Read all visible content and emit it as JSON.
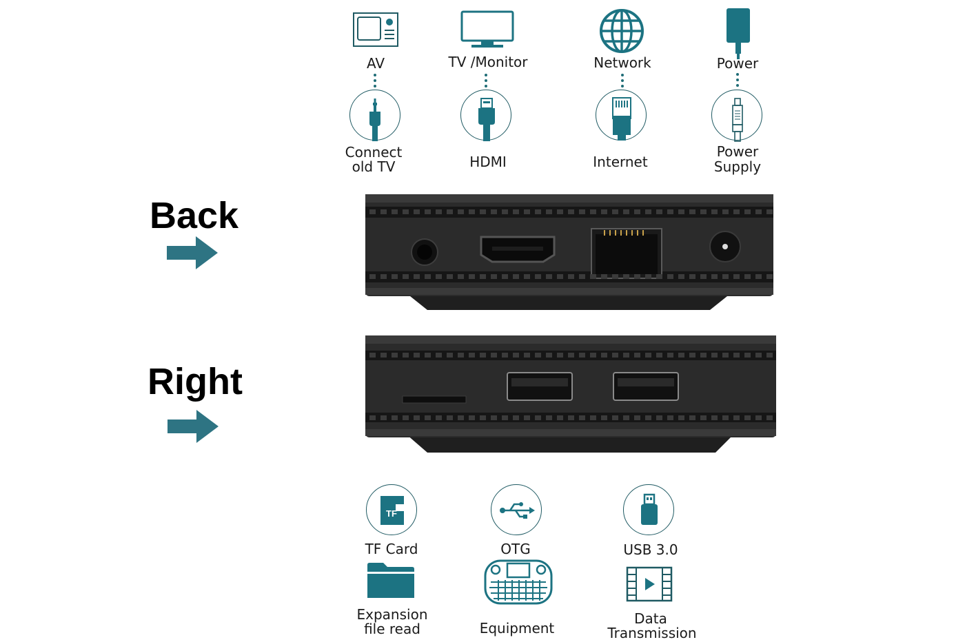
{
  "colors": {
    "teal": "#1c7382",
    "dark_teal": "#1f5a63",
    "device": "#2a2a2a",
    "arrow": "#2e7483"
  },
  "back_ports": [
    {
      "top_label": "AV",
      "top_icon": "old-tv-icon",
      "bottom_icon": "av-jack-icon",
      "bottom_label": [
        "Connect",
        "old TV"
      ]
    },
    {
      "top_label": "TV /Monitor",
      "top_icon": "monitor-icon",
      "bottom_icon": "hdmi-plug-icon",
      "bottom_label": [
        "HDMI"
      ]
    },
    {
      "top_label": "Network",
      "top_icon": "globe-icon",
      "bottom_icon": "ethernet-plug-icon",
      "bottom_label": [
        "Internet"
      ]
    },
    {
      "top_label": "Power",
      "top_icon": "power-adapter-icon",
      "bottom_icon": "dc-plug-icon",
      "bottom_label": [
        "Power",
        "Supply"
      ]
    }
  ],
  "sides": {
    "back": "Back",
    "right": "Right"
  },
  "right_ports": [
    {
      "label": "TF Card",
      "icon": "tf-card-icon",
      "badge": "TF",
      "sub_icon": "folder-icon",
      "sub_label": [
        "Expansion",
        "file read"
      ]
    },
    {
      "label": "OTG",
      "icon": "usb-symbol-icon",
      "sub_icon": "keyboard-remote-icon",
      "sub_label": [
        "Equipment"
      ]
    },
    {
      "label": "USB 3.0",
      "icon": "usb-stick-icon",
      "sub_icon": "film-play-icon",
      "sub_label": [
        "Data",
        "Transmission"
      ]
    }
  ]
}
